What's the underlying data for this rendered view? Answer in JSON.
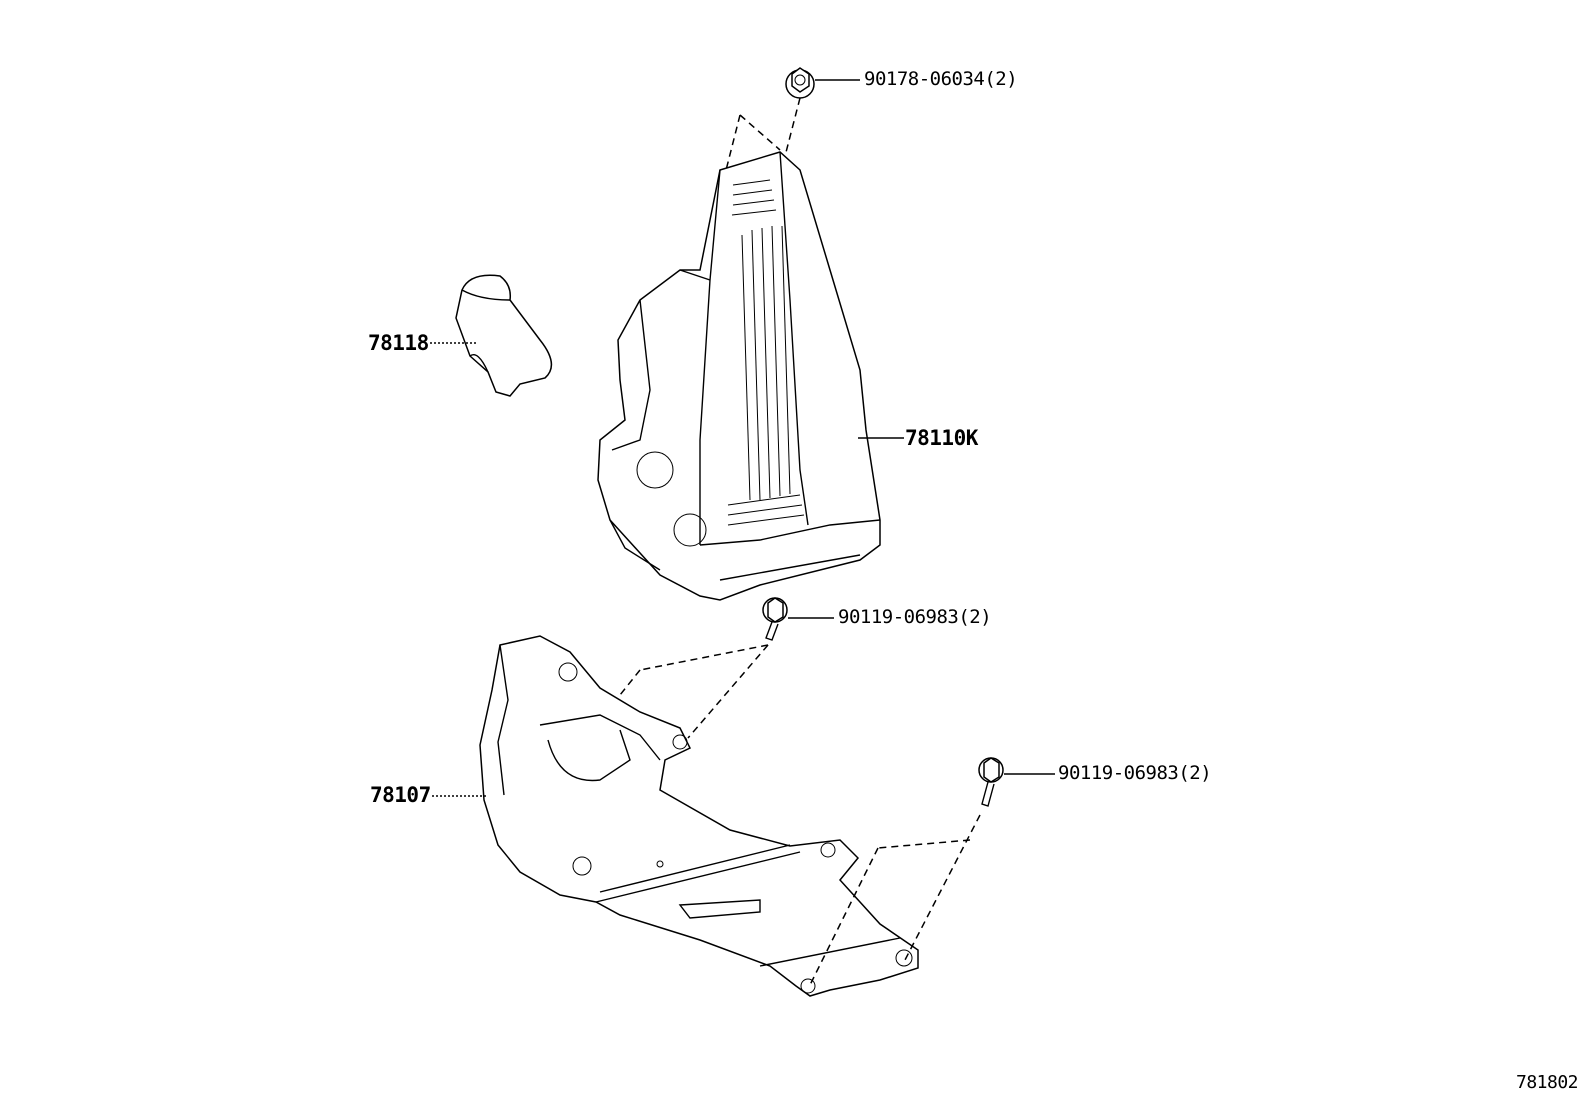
{
  "diagram_id": "781802",
  "callouts": {
    "nut_top": "90178-06034(2)",
    "pedal": "78110K",
    "stopper": "78118",
    "bolt_mid": "90119-06983(2)",
    "bracket": "78107",
    "bolt_right": "90119-06983(2)"
  },
  "colors": {
    "line": "#000000",
    "background": "#ffffff"
  }
}
